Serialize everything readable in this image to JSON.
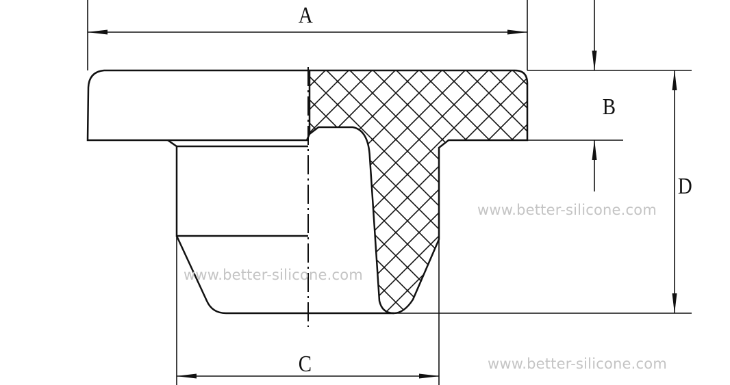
{
  "diagram": {
    "dimension_labels": {
      "A": "A",
      "B": "B",
      "C": "C",
      "D": "D"
    },
    "watermarks": [
      "www.better-silicone.com",
      "www.better-silicone.com",
      "www.better-silicone.com"
    ],
    "colors": {
      "line": "#111111",
      "watermark": "#c4c4c4"
    }
  }
}
